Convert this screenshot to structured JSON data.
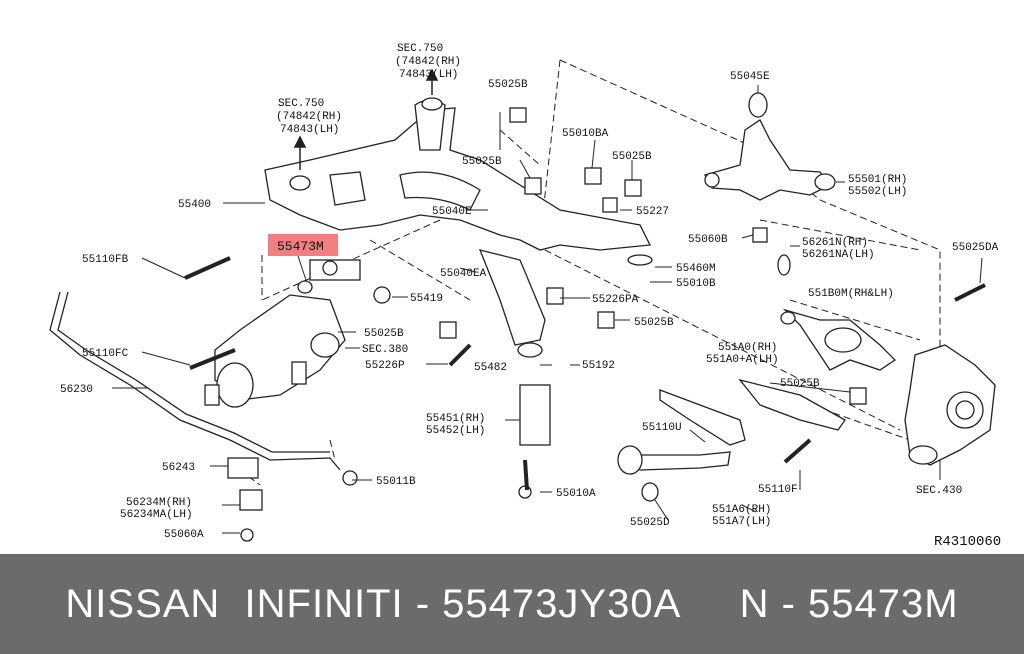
{
  "diagram": {
    "highlight_color": "#f08080",
    "labels": {
      "sec750_a": "SEC.750",
      "sec750_a_rh": "(74842(RH)",
      "sec750_a_lh": "74843(LH)",
      "sec750_b": "SEC.750",
      "sec750_b_rh": "(74842(RH)",
      "sec750_b_lh": "74843(LH)",
      "p55025B_1": "55025B",
      "p55045E": "55045E",
      "p55010BA": "55010BA",
      "p55025B_2": "55025B",
      "p55025B_3": "55025B",
      "p55501": "55501(RH)",
      "p55502": "55502(LH)",
      "p55400": "55400",
      "p55040E": "55040E",
      "p55227": "55227",
      "p55473M": "55473M",
      "p55060B": "55060B",
      "p56261N": "56261N(RH)",
      "p56261NA": "56261NA(LH)",
      "p55025DA": "55025DA",
      "p55110FB": "55110FB",
      "p55040EA": "55040EA",
      "p55460M": "55460M",
      "p55010B": "55010B",
      "p55419": "55419",
      "p55226PA": "55226PA",
      "p551B0M": "551B0M(RH&LH)",
      "p55025B_4": "55025B",
      "p55025B_5": "55025B",
      "sec380": "SEC.380",
      "p55110FC": "55110FC",
      "p551A0": "551A0(RH)",
      "p551A0A": "551A0+A(LH)",
      "p55226P": "55226P",
      "p55482": "55482",
      "p55192": "55192",
      "p56230": "56230",
      "p55025B_6": "55025B",
      "p55451": "55451(RH)",
      "p55452": "55452(LH)",
      "p55110U": "55110U",
      "p56243": "56243",
      "p55011B": "55011B",
      "p55110F": "55110F",
      "sec430": "SEC.430",
      "p56234M": "56234M(RH)",
      "p56234MA": "56234MA(LH)",
      "p55010A": "55010A",
      "p551A6": "551A6(RH)",
      "p551A7": "551A7(LH)",
      "p55060A": "55060A",
      "p55025D": "55025D",
      "ref": "R4310060"
    }
  },
  "banner": {
    "text": "NISSAN  INFINITI - 55473JY30A     N - 55473M"
  }
}
